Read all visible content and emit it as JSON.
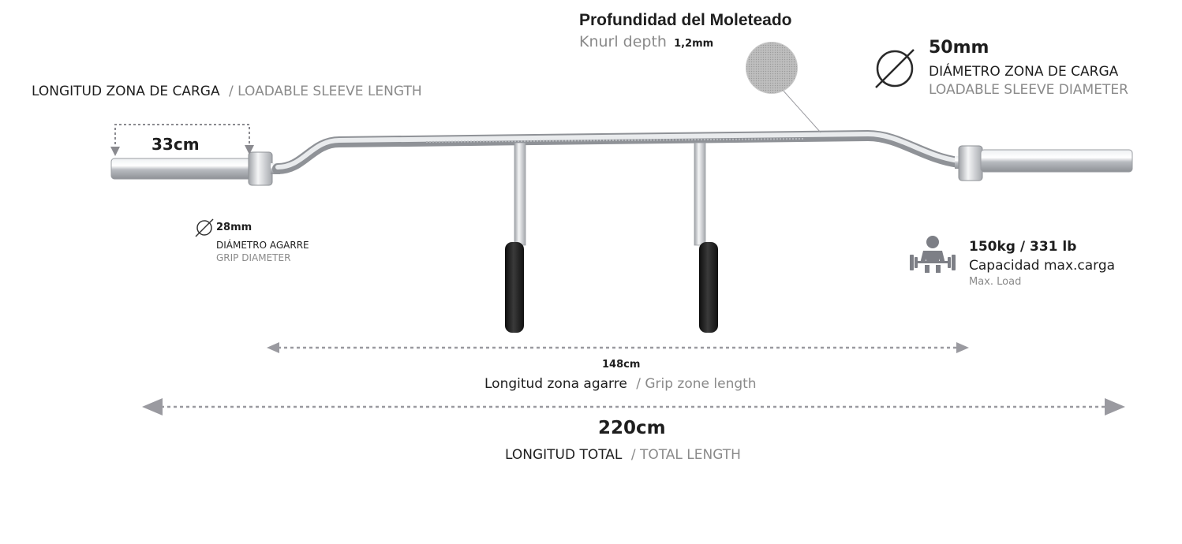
{
  "knurl": {
    "title": "Profundidad del Moleteado",
    "label": "Knurl depth",
    "value": "1,2mm"
  },
  "sleeve_diameter": {
    "value": "50mm",
    "label_es": "DIÁMETRO ZONA DE CARGA",
    "label_en": "LOADABLE SLEEVE DIAMETER",
    "icon": "diameter-icon"
  },
  "sleeve_length": {
    "label_es": "LONGITUD ZONA DE CARGA",
    "label_en": "/ LOADABLE SLEEVE LENGTH",
    "value": "33cm"
  },
  "grip_diameter": {
    "value": "28mm",
    "label_es": "DIÁMETRO AGARRE",
    "label_en": "GRIP DIAMETER",
    "icon": "diameter-icon"
  },
  "max_load": {
    "value": "150kg / 331 lb",
    "label_es": "Capacidad max.carga",
    "label_en": "Max. Load",
    "icon": "weightlifter-icon"
  },
  "grip_zone": {
    "value": "148cm",
    "label_es": "Longitud zona agarre",
    "label_en": "/ Grip zone length"
  },
  "total_length": {
    "value": "220cm",
    "label_es": "LONGITUD TOTAL",
    "label_en": "/ TOTAL LENGTH"
  },
  "colors": {
    "text_dark": "#1e1e1e",
    "text_grey": "#8a8a8a",
    "icon_grey": "#7d7f86",
    "chrome": "#c7c9cc",
    "grip_black": "#1a1a1a",
    "dimension_line": "#9a9aa0"
  }
}
